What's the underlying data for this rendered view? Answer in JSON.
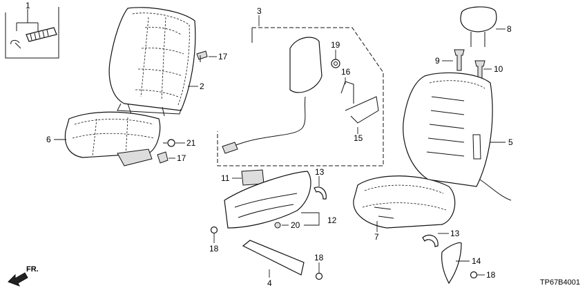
{
  "diagram": {
    "callouts": [
      {
        "id": "c1",
        "text": "1"
      },
      {
        "id": "c2",
        "text": "2"
      },
      {
        "id": "c3",
        "text": "3"
      },
      {
        "id": "c4",
        "text": "4"
      },
      {
        "id": "c5",
        "text": "5"
      },
      {
        "id": "c6",
        "text": "6"
      },
      {
        "id": "c7",
        "text": "7"
      },
      {
        "id": "c8",
        "text": "8"
      },
      {
        "id": "c9",
        "text": "9"
      },
      {
        "id": "c10",
        "text": "10"
      },
      {
        "id": "c11",
        "text": "11"
      },
      {
        "id": "c12",
        "text": "12"
      },
      {
        "id": "c13a",
        "text": "13"
      },
      {
        "id": "c13b",
        "text": "13"
      },
      {
        "id": "c14",
        "text": "14"
      },
      {
        "id": "c15",
        "text": "15"
      },
      {
        "id": "c16",
        "text": "16"
      },
      {
        "id": "c17a",
        "text": "17"
      },
      {
        "id": "c17b",
        "text": "17"
      },
      {
        "id": "c18a",
        "text": "18"
      },
      {
        "id": "c18b",
        "text": "18"
      },
      {
        "id": "c18c",
        "text": "18"
      },
      {
        "id": "c19",
        "text": "19"
      },
      {
        "id": "c20",
        "text": "20"
      },
      {
        "id": "c21",
        "text": "21"
      }
    ],
    "direction_label": "FR.",
    "diagram_code": "TP67B4001"
  }
}
